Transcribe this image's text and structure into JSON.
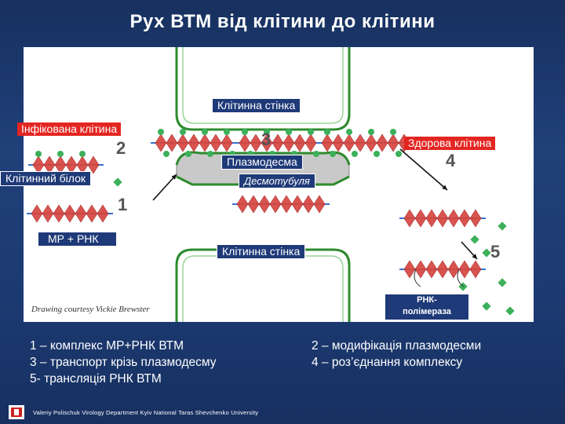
{
  "title": "Рух ВТМ від клітини до клітини",
  "diagram": {
    "labels": {
      "cell_wall_top": "Клітинна стінка",
      "infected_cell": "Інфікована клітина",
      "healthy_cell": "Здорова клітина",
      "plasmodesma": "Плазмодесма",
      "cell_protein": "Клітинний білок",
      "desmotubule": "Десмотубуля",
      "mp_rna": "МР + РНК",
      "cell_wall_bottom": "Клітинна стінка",
      "rna_polymerase_line1": "РНК-",
      "rna_polymerase_line2": "полімераза"
    },
    "steps": [
      "1",
      "2",
      "3",
      "4",
      "5"
    ],
    "credit": "Drawing courtesy Vickie Brewster",
    "colors": {
      "wall": "#2e8b2e",
      "protein_red": "#d9534f",
      "protein_green": "#3cb05a",
      "rna": "#3b6fd1"
    }
  },
  "captions": {
    "left": [
      "1 – комплекс МР+РНК ВТМ",
      "3 – транспорт крізь плазмодесму",
      "5- трансляція РНК ВТМ"
    ],
    "right": [
      "2 – модифікація плазмодесми",
      "4 – роз’єднання комплексу"
    ]
  },
  "footer": "Valeriy Polischuk   Virology Department Kyiv National Taras Shevchenko University"
}
